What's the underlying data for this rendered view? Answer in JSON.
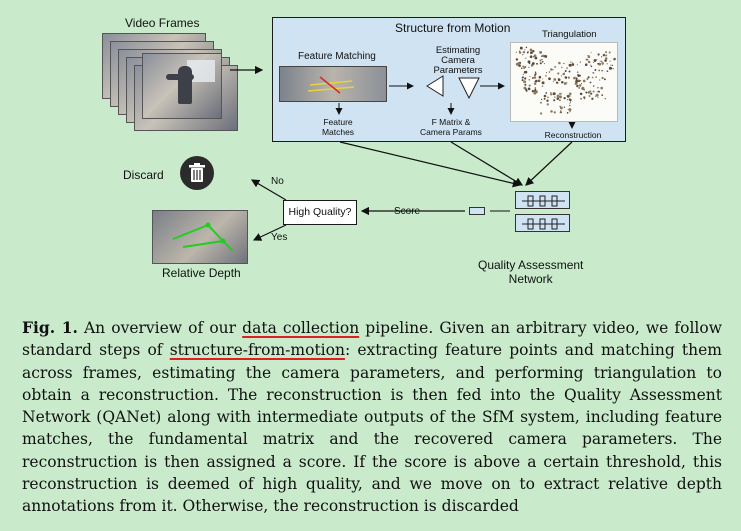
{
  "diagram": {
    "video_frames_label": "Video Frames",
    "sfm_title": "Structure from Motion",
    "feature_matching_label": "Feature Matching",
    "estimating_label_1": "Estimating",
    "estimating_label_2": "Camera Parameters",
    "triangulation_label": "Triangulation",
    "feature_matches_1": "Feature",
    "feature_matches_2": "Matches",
    "fmatrix_1": "F Matrix &",
    "fmatrix_2": "Camera Params",
    "reconstruction_label": "Reconstruction",
    "discard_label": "Discard",
    "no_label": "No",
    "yes_label": "Yes",
    "high_quality_label": "High Quality?",
    "score_label": "Score",
    "relative_depth_label": "Relative Depth",
    "qa_label_1": "Quality Assessment",
    "qa_label_2": "Network"
  },
  "caption": {
    "fig_label": "Fig. 1.",
    "part1": " An overview of our ",
    "underlined1": "data collection",
    "part2": " pipeline. Given an arbitrary video, we follow standard steps of ",
    "underlined2": "structure-from-motion",
    "part3": ": extracting feature points and matching them across frames, estimating the camera parameters, and performing triangulation to obtain a reconstruction. The reconstruction is then fed into the Quality Assessment Network (QANet) along with intermediate outputs of the SfM system, including feature matches, the fundamental matrix and the recovered camera parameters. The reconstruction is then assigned a score. If the score is above a certain threshold, this reconstruction is deemed of high quality, and we move on to extract relative depth annotations from it. Otherwise, the reconstruction is discarded"
  },
  "colors": {
    "background": "#c9ebcb",
    "panel": "#cfe3f2",
    "underline": "#e02020",
    "match_lines": "#22cc22"
  }
}
